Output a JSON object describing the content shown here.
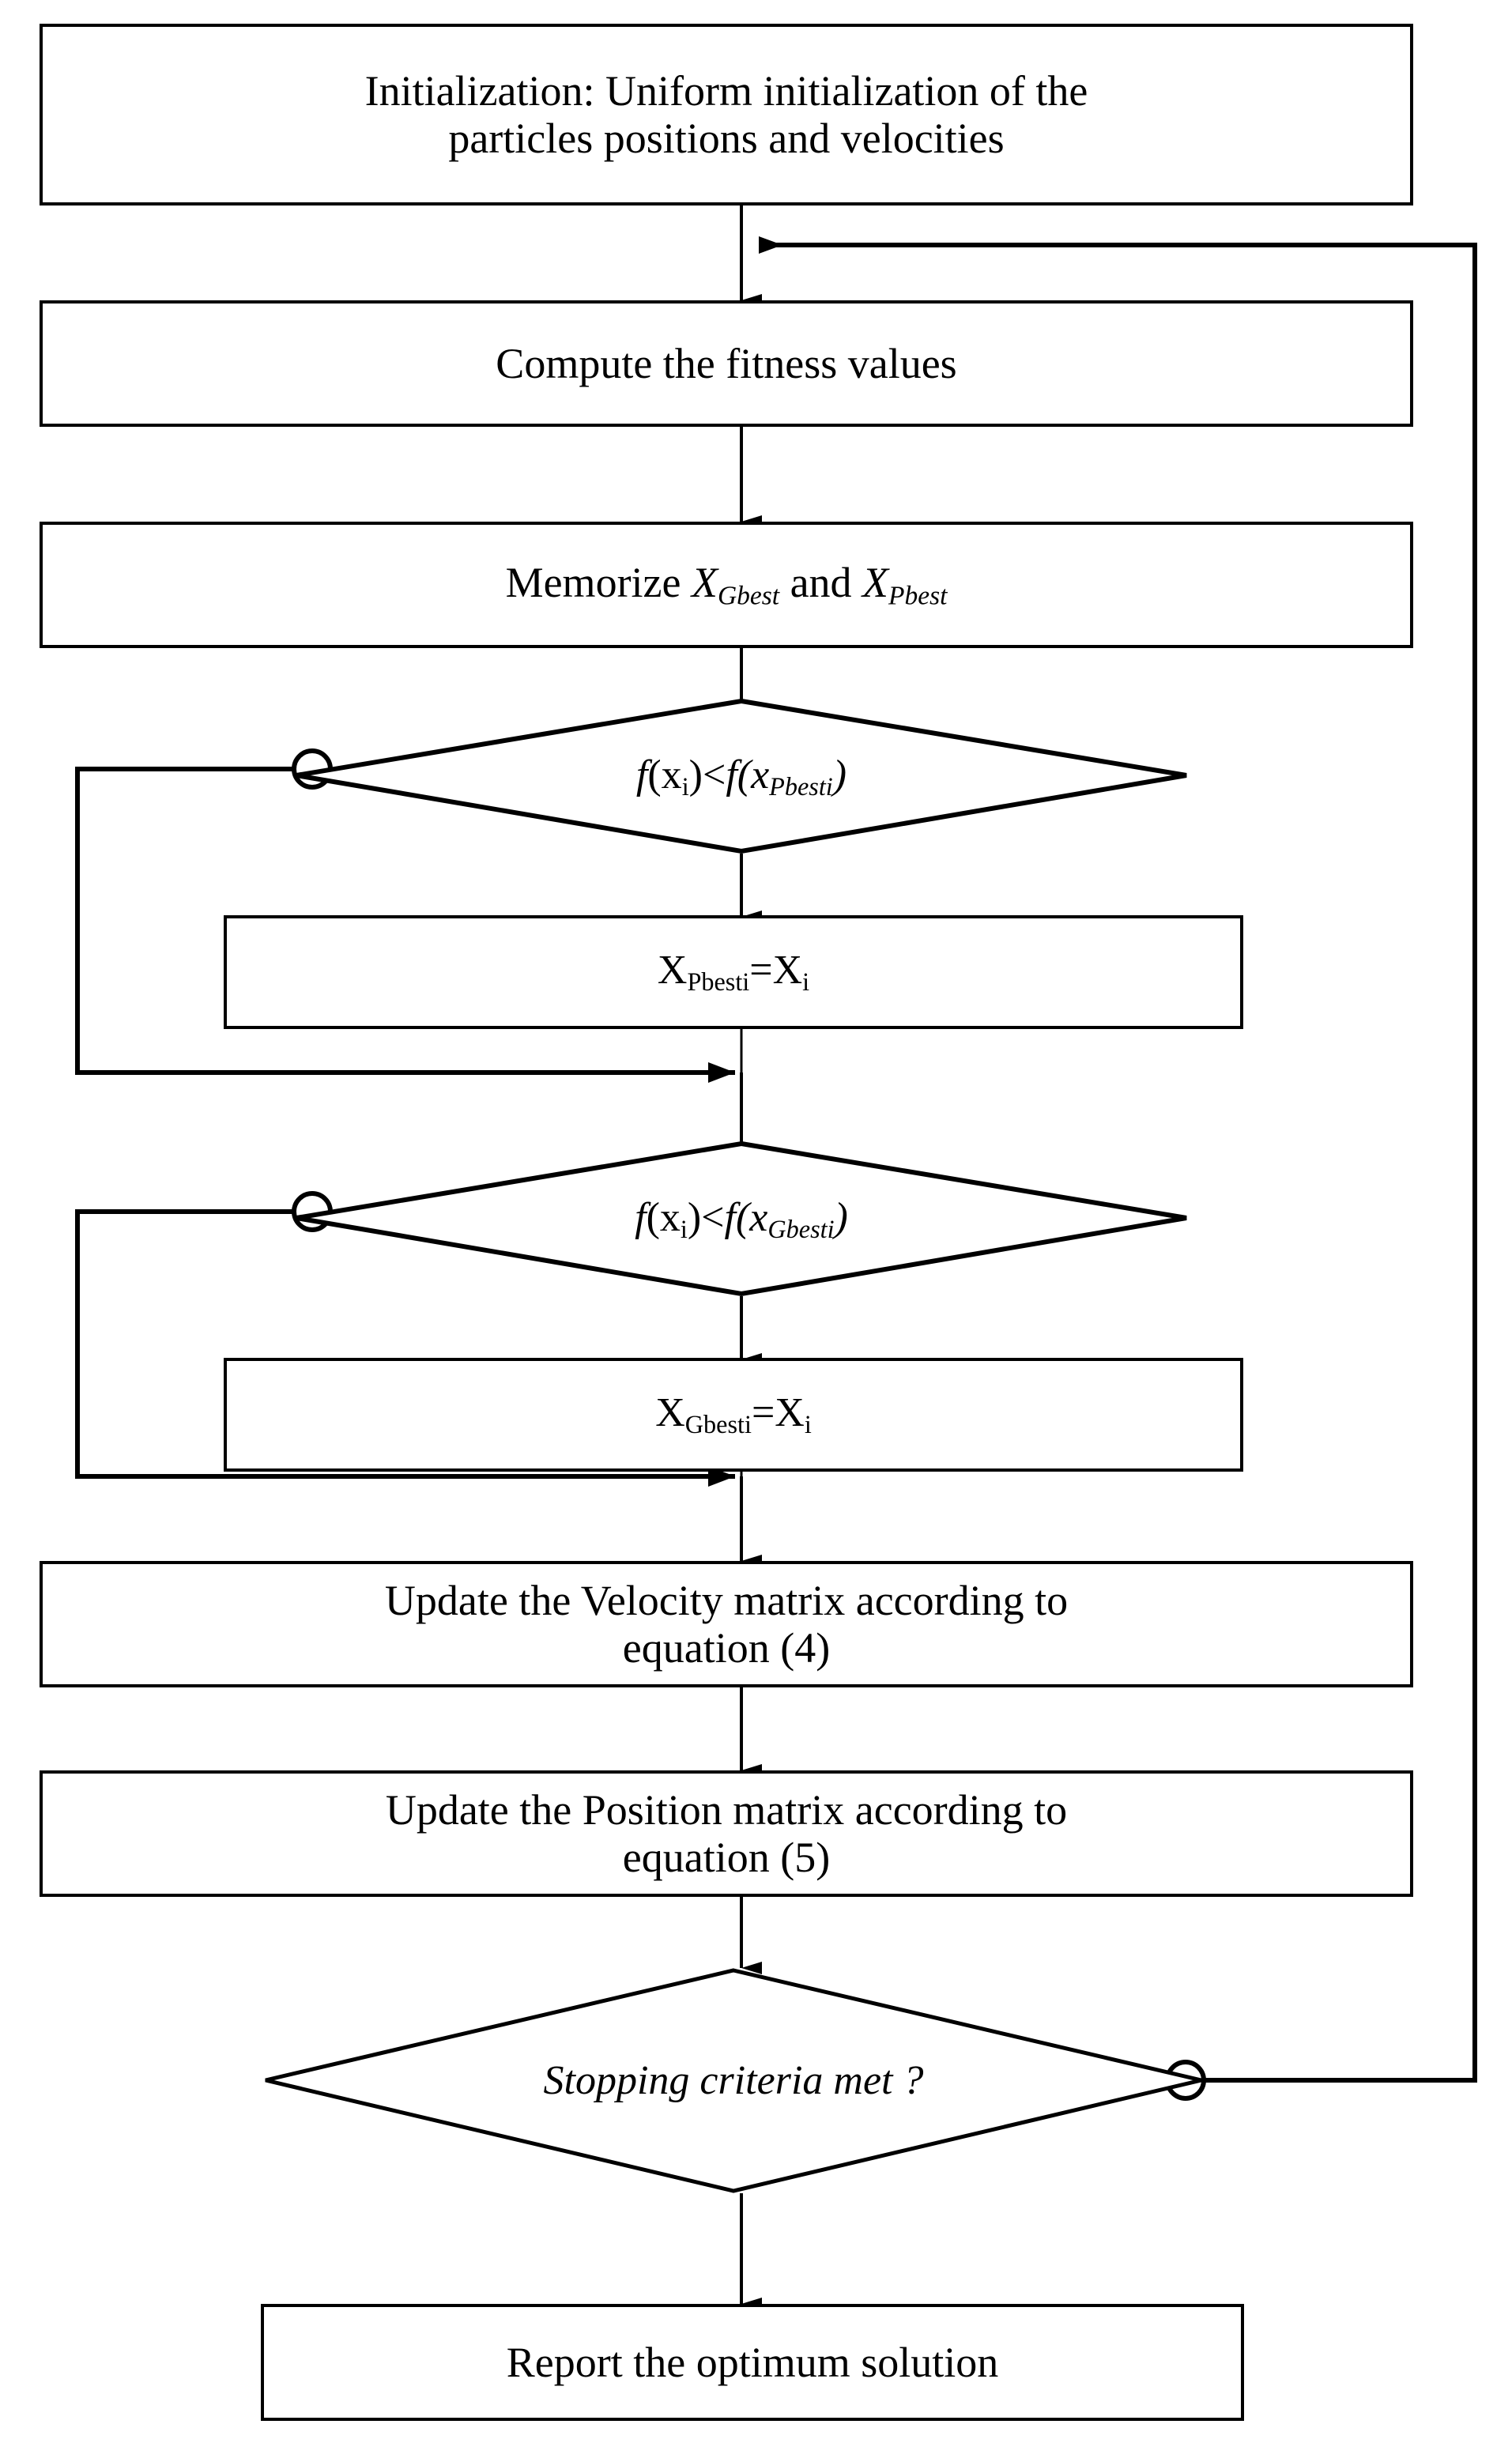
{
  "diagram": {
    "title": "PSO algorithm flowchart",
    "type": "flowchart",
    "colors": {
      "stroke": "#000000",
      "fill": "#ffffff",
      "text": "#000000"
    }
  },
  "nodes": {
    "initialization": {
      "shape": "process",
      "line1": "Initialization: Uniform initialization of the",
      "line2": "particles positions and velocities"
    },
    "compute_fitness": {
      "shape": "process",
      "text": "Compute the fitness values"
    },
    "memorize": {
      "shape": "process",
      "prefix": "Memorize ",
      "var1": "X",
      "var1_sub": "Gbest",
      "middle": " and ",
      "var2": "X",
      "var2_sub": "Pbest"
    },
    "decision_pbest": {
      "shape": "diamond",
      "f1": "f",
      "open1": "(x",
      "sub1": "i",
      "close1": ")<",
      "f2": "f",
      "open2": "(x",
      "sub2": "Pbesti",
      "close2": ")"
    },
    "assign_pbest": {
      "shape": "process",
      "lhs": "X",
      "lhs_sub": "Pbesti",
      "eq": "=X",
      "rhs_sub": "i"
    },
    "decision_gbest": {
      "shape": "diamond",
      "f1": "f",
      "open1": "(x",
      "sub1": "i",
      "close1": ")<",
      "f2": "f",
      "open2": "(x",
      "sub2": "Gbesti",
      "close2": ")"
    },
    "assign_gbest": {
      "shape": "process",
      "lhs": "X",
      "lhs_sub": "Gbesti",
      "eq": "=X",
      "rhs_sub": "i"
    },
    "update_velocity": {
      "shape": "process",
      "line1": "Update the Velocity matrix according to",
      "line2": "equation (4)"
    },
    "update_position": {
      "shape": "process",
      "line1": "Update the Position matrix according to",
      "line2": "equation (5)"
    },
    "stopping_criteria": {
      "shape": "diamond",
      "text": "Stopping criteria met ?"
    },
    "report": {
      "shape": "process",
      "text": "Report the optimum solution"
    }
  },
  "connectors": {
    "init_to_fitness": "arrow-down",
    "fitness_to_memorize": "arrow-down",
    "memorize_to_decision_pbest": "arrow-down",
    "decision_pbest_true_down": "arrow-down",
    "decision_pbest_false_left": "circle-bypass-left",
    "pbest_bypass_join": "arrow-right",
    "assign_pbest_to_decision_gbest": "arrow-down",
    "decision_gbest_true_down": "arrow-down",
    "decision_gbest_false_left": "circle-bypass-left",
    "gbest_bypass_join": "arrow-right",
    "to_update_velocity": "arrow-down",
    "velocity_to_position": "arrow-down",
    "position_to_stopping": "arrow-down",
    "stopping_no_right_loop": "circle-feedback-right",
    "stopping_yes_down": "arrow-down"
  }
}
